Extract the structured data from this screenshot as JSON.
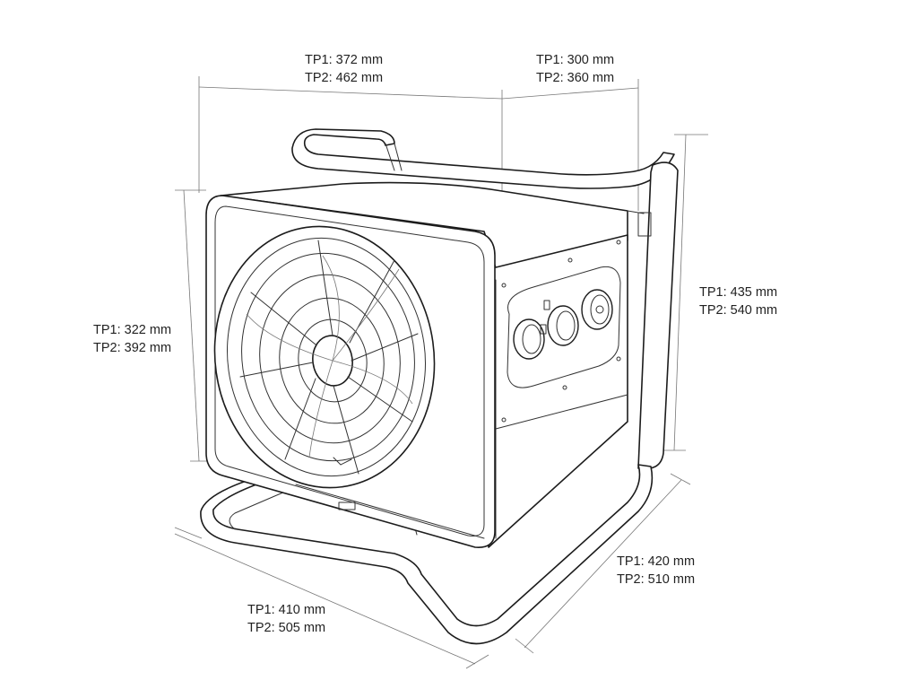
{
  "dimensions": {
    "top_width": {
      "tp1": "TP1: 372 mm",
      "tp2": "TP2: 462 mm"
    },
    "top_depth": {
      "tp1": "TP1: 300 mm",
      "tp2": "TP2: 360 mm"
    },
    "body_height": {
      "tp1": "TP1: 322 mm",
      "tp2": "TP2: 392 mm"
    },
    "total_height": {
      "tp1": "TP1: 435 mm",
      "tp2": "TP2: 540 mm"
    },
    "base_depth": {
      "tp1": "TP1: 420 mm",
      "tp2": "TP2: 510 mm"
    },
    "base_width": {
      "tp1": "TP1: 410 mm",
      "tp2": "TP2: 505 mm"
    }
  },
  "controls": {
    "knob_count": 3
  }
}
